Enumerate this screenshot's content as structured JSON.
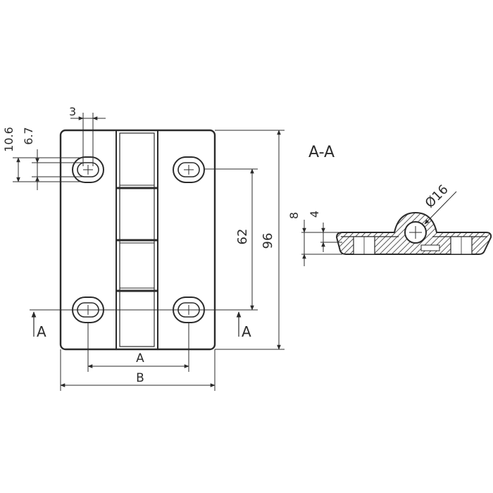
{
  "section_title": "A-A",
  "dimensions": {
    "width_3": "3",
    "height_10_6": "10.6",
    "height_6_7": "6.7",
    "spacing_62": "62",
    "height_96": "96",
    "spacing_A": "A",
    "width_B": "B",
    "section_8": "8",
    "section_4": "4",
    "diameter_16": "Ø16"
  },
  "section_markers": {
    "left": "A",
    "right": "A"
  },
  "colors": {
    "line": "#2b2b2b",
    "background": "#ffffff"
  }
}
